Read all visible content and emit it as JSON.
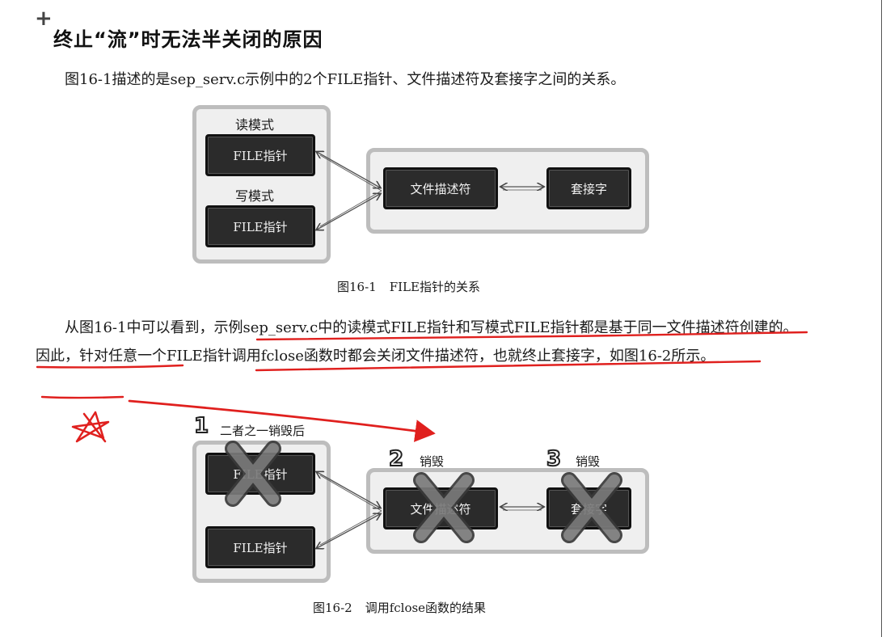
{
  "heading": {
    "plus": "+",
    "title": "终止“流”时无法半关闭的原因"
  },
  "paragraph1": "图16-1描述的是sep_serv.c示例中的2个FILE指针、文件描述符及套接字之间的关系。",
  "figure1": {
    "read_mode_label": "读模式",
    "write_mode_label": "写模式",
    "file_ptr_read": "FILE指针",
    "file_ptr_write": "FILE指针",
    "fd_label": "文件描述符",
    "socket_label": "套接字",
    "caption_number": "图16-1",
    "caption_text": "FILE指针的关系"
  },
  "paragraph2": {
    "s1": "从图16-1中可以看到，",
    "s2": "示例sep_serv.c中的读模式FILE指针和写模式FILE指针都是基于同一文件描述符创建的",
    "s3": "。因此，",
    "s4": "针对任意一个FILE指针调用fclose函数时都会关闭文件描述符",
    "s5": "，也就",
    "s6": "终止套接字",
    "s7": "，如图16-2所示。"
  },
  "figure2": {
    "step1_number": "1",
    "step1_label": "二者之一销毁后",
    "step2_number": "2",
    "step2_label": "销毁",
    "step3_number": "3",
    "step3_label": "销毁",
    "file_ptr_top": "FILE指针",
    "file_ptr_bottom": "FILE指针",
    "fd_label": "文件描述符",
    "socket_label": "套接字",
    "caption_number": "图16-2",
    "caption_text": "调用fclose函数的结果"
  },
  "colors": {
    "annotation_red": "#e0201e",
    "box_dark": "#2b2b2b",
    "frame_gray": "#bdbdbd",
    "cross_gray": "#6e6e6e"
  }
}
